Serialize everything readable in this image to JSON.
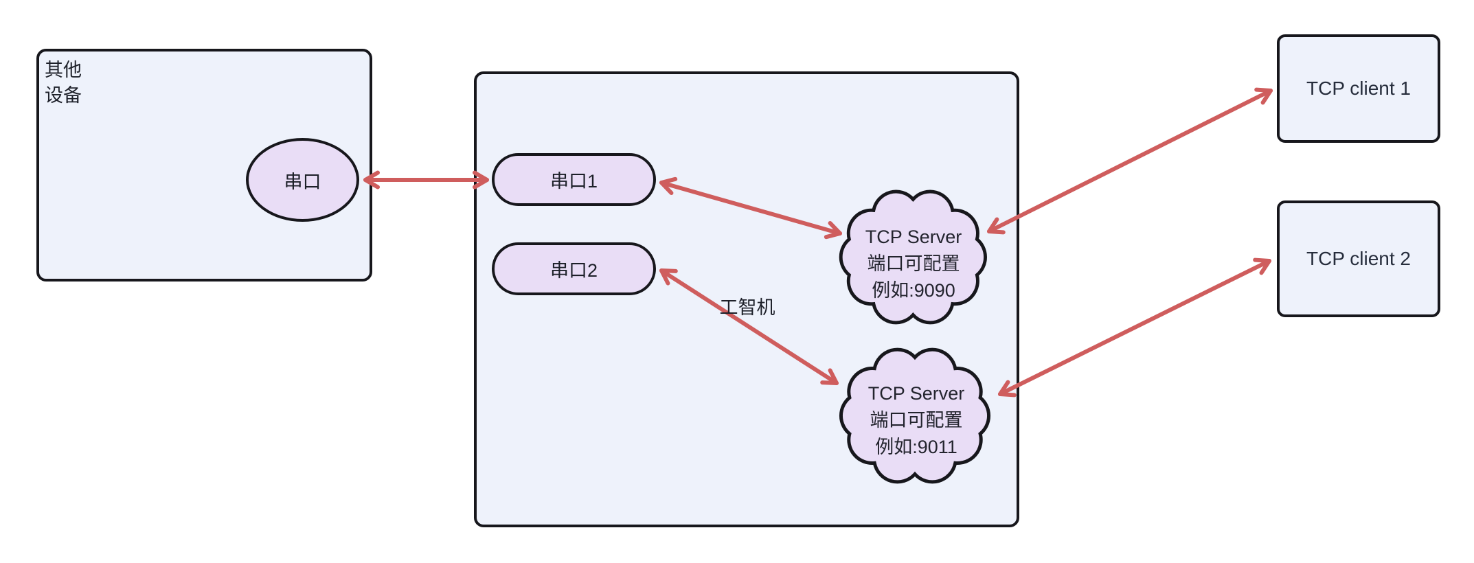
{
  "diagram": {
    "other_device": {
      "label": "其他\n设备",
      "serial_port": "串口"
    },
    "gateway": {
      "machine_label": "工智机",
      "serial_port_1": "串口1",
      "serial_port_2": "串口2"
    },
    "tcp_servers": [
      {
        "lines": [
          "TCP Server",
          "端口可配置",
          "例如:9090"
        ]
      },
      {
        "lines": [
          "TCP Server",
          "端口可配置",
          "例如:9011"
        ]
      }
    ],
    "tcp_clients": [
      {
        "label": "TCP client 1"
      },
      {
        "label": "TCP client 2"
      }
    ],
    "connections": [
      {
        "from": "串口",
        "to": "串口1",
        "bidirectional": true
      },
      {
        "from": "串口1",
        "to": "TCP Server 例如:9090",
        "bidirectional": true
      },
      {
        "from": "串口2",
        "to": "TCP Server 例如:9011",
        "bidirectional": true
      },
      {
        "from": "TCP Server 例如:9090",
        "to": "TCP client 1",
        "bidirectional": true
      },
      {
        "from": "TCP Server 例如:9011",
        "to": "TCP client 2",
        "bidirectional": true
      }
    ],
    "colors": {
      "arrow": "#cf5d5d",
      "container_fill": "#eef2fb",
      "shape_fill": "#e9ddf6",
      "outline": "#17171c"
    }
  }
}
